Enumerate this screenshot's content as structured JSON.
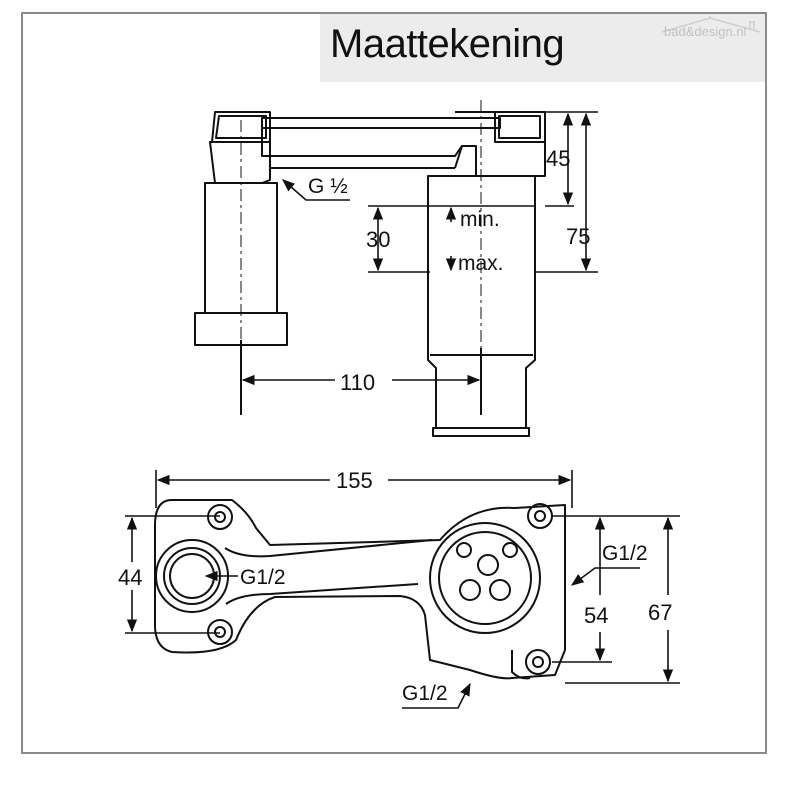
{
  "title": "Maattekening",
  "logo": {
    "text": "bad&design.nl"
  },
  "colors": {
    "line": "#111111",
    "frame": "#8a8a8a",
    "title_bg": "#ececec",
    "logo": "#c2c2c2"
  },
  "side_view": {
    "thread_label": "G ½",
    "dimensions": {
      "height_top": "45",
      "total_height": "75",
      "adjust_range": "30",
      "min_label": "min.",
      "max_label": "max.",
      "center_distance": "110"
    }
  },
  "top_view": {
    "dimensions": {
      "total_width": "155",
      "left_diameter": "44",
      "right_inner": "54",
      "right_total": "67"
    },
    "thread_left": "G1/2",
    "thread_right": "G1/2",
    "thread_bottom": "G1/2"
  }
}
